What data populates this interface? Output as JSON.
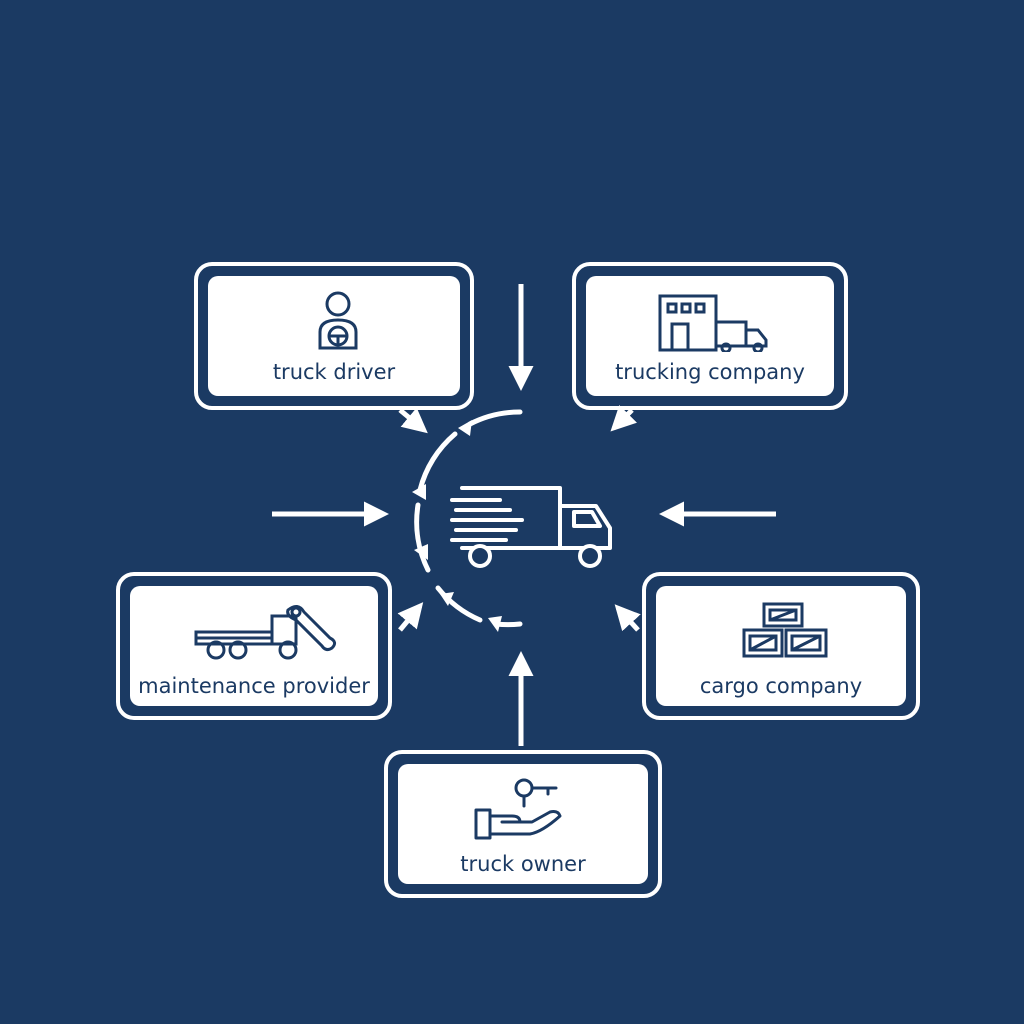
{
  "colors": {
    "background": "#1b3a63",
    "card": "#ffffff",
    "ink": "#1b3a63",
    "arrow": "#ffffff"
  },
  "center": {
    "icon": "delivery-truck-icon"
  },
  "nodes": {
    "truck_driver": {
      "label": "truck driver",
      "icon": "driver-icon"
    },
    "trucking_company": {
      "label": "trucking company",
      "icon": "building-truck-icon"
    },
    "maintenance_provider": {
      "label": "maintenance provider",
      "icon": "tow-truck-wrench-icon"
    },
    "cargo_company": {
      "label": "cargo company",
      "icon": "stacked-crates-icon"
    },
    "truck_owner": {
      "label": "truck owner",
      "icon": "hand-key-icon"
    }
  }
}
